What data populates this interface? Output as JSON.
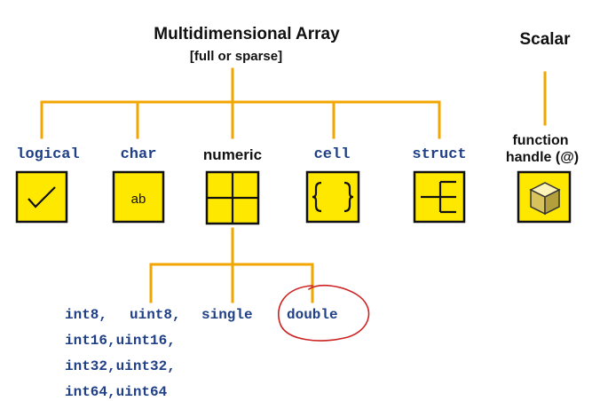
{
  "diagram": {
    "title": "Multidimensional Array",
    "subtitle": "[full or sparse]",
    "scalar_title": "Scalar",
    "categories": [
      {
        "label": "logical",
        "style": "mono",
        "icon": "checkmark-icon"
      },
      {
        "label": "char",
        "style": "mono",
        "icon": "ab-text-icon",
        "icon_text": "ab"
      },
      {
        "label": "numeric",
        "style": "sans",
        "icon": "grid-icon"
      },
      {
        "label": "cell",
        "style": "mono",
        "icon": "braces-icon"
      },
      {
        "label": "struct",
        "style": "mono",
        "icon": "struct-tree-icon"
      }
    ],
    "function_handle": {
      "line1": "function",
      "line2": "handle (@)",
      "icon": "cube-icon"
    },
    "numeric_types": {
      "row1": [
        "int8,",
        "uint8,",
        "single",
        "double"
      ],
      "row2": "int16,uint16,",
      "row3": "int32,uint32,",
      "row4": "int64,uint64"
    },
    "highlighted_type": "double",
    "colors": {
      "connector": "#f2a600",
      "box_fill": "#ffe800",
      "mono_text": "#1f3f86",
      "highlight_circle": "#cc2222"
    }
  }
}
